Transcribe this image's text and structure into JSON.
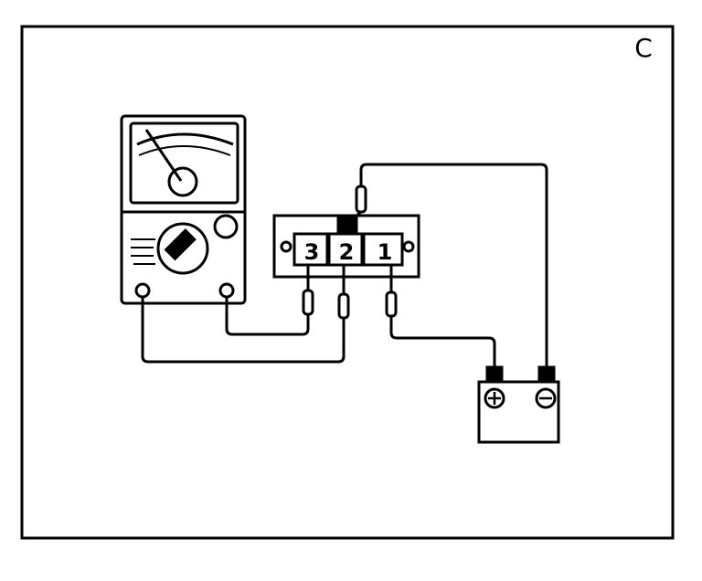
{
  "panel": {
    "label": "C"
  },
  "relay": {
    "terminals": [
      {
        "label": "3"
      },
      {
        "label": "2"
      },
      {
        "label": "1"
      }
    ]
  },
  "battery": {
    "positive_symbol": "plus-icon",
    "negative_symbol": "minus-icon"
  },
  "colors": {
    "line": "#000000",
    "background": "#ffffff"
  }
}
